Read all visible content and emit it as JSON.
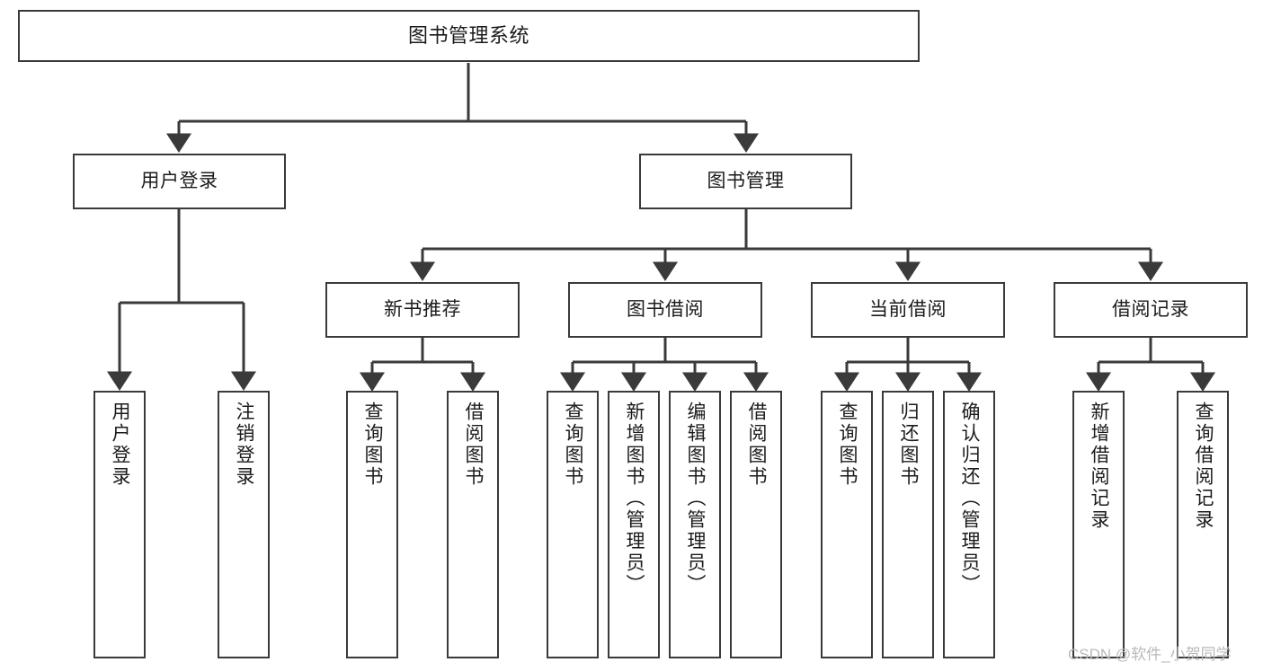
{
  "diagram": {
    "title": "图书管理系统",
    "type": "hierarchy-tree",
    "colors": {
      "box_border": "#3a3a3a",
      "box_fill": "#ffffff",
      "connector": "#3a3a3a",
      "text": "#1b1b1b",
      "watermark": "#b9b9b9",
      "background": "#ffffff"
    },
    "levels": [
      {
        "level": 1,
        "nodes": [
          {
            "id": "root",
            "label": "图书管理系统",
            "orientation": "horizontal"
          }
        ]
      },
      {
        "level": 2,
        "nodes": [
          {
            "id": "l2-0",
            "label": "用户登录",
            "orientation": "horizontal",
            "parent": "root"
          },
          {
            "id": "l2-1",
            "label": "图书管理",
            "orientation": "horizontal",
            "parent": "root"
          }
        ]
      },
      {
        "level": 3,
        "nodes": [
          {
            "id": "l3-0",
            "label": "新书推荐",
            "orientation": "horizontal",
            "parent": "l2-1"
          },
          {
            "id": "l3-1",
            "label": "图书借阅",
            "orientation": "horizontal",
            "parent": "l2-1"
          },
          {
            "id": "l3-2",
            "label": "当前借阅",
            "orientation": "horizontal",
            "parent": "l2-1"
          },
          {
            "id": "l3-3",
            "label": "借阅记录",
            "orientation": "horizontal",
            "parent": "l2-1"
          }
        ]
      },
      {
        "level": 4,
        "nodes": [
          {
            "id": "l4-0",
            "label": "用户登录",
            "orientation": "vertical",
            "parent": "l2-0"
          },
          {
            "id": "l4-1",
            "label": "注销登录",
            "orientation": "vertical",
            "parent": "l2-0"
          },
          {
            "id": "l4-2",
            "label": "查询图书",
            "orientation": "vertical",
            "parent": "l3-0"
          },
          {
            "id": "l4-3",
            "label": "借阅图书",
            "orientation": "vertical",
            "parent": "l3-0"
          },
          {
            "id": "l4-4",
            "label": "查询图书",
            "orientation": "vertical",
            "parent": "l3-1"
          },
          {
            "id": "l4-5",
            "label": "新增图书（管理员）",
            "orientation": "vertical",
            "parent": "l3-1"
          },
          {
            "id": "l4-6",
            "label": "编辑图书（管理员）",
            "orientation": "vertical",
            "parent": "l3-1"
          },
          {
            "id": "l4-7",
            "label": "借阅图书",
            "orientation": "vertical",
            "parent": "l3-1"
          },
          {
            "id": "l4-8",
            "label": "查询图书",
            "orientation": "vertical",
            "parent": "l3-2"
          },
          {
            "id": "l4-9",
            "label": "归还图书",
            "orientation": "vertical",
            "parent": "l3-2"
          },
          {
            "id": "l4-10",
            "label": "确认归还（管理员）",
            "orientation": "vertical",
            "parent": "l3-2"
          },
          {
            "id": "l4-11",
            "label": "新增借阅记录",
            "orientation": "vertical",
            "parent": "l3-3"
          },
          {
            "id": "l4-12",
            "label": "查询借阅记录",
            "orientation": "vertical",
            "parent": "l3-3"
          }
        ]
      }
    ],
    "watermark": "CSDN @软件_小贺同学"
  }
}
